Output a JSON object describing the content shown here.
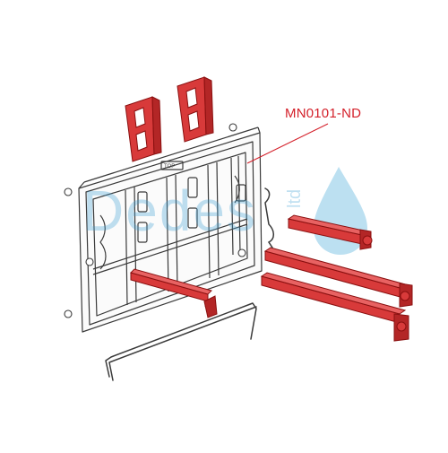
{
  "diagram": {
    "part_number": "MN0101-ND",
    "watermark": {
      "brand": "Dedes",
      "suffix": "ltd"
    },
    "colors": {
      "highlight": "#d83a3a",
      "highlight_stroke": "#8a1010",
      "outline": "#3a3a3a",
      "label": "#d4202a",
      "watermark": "#3fa6d8"
    }
  }
}
